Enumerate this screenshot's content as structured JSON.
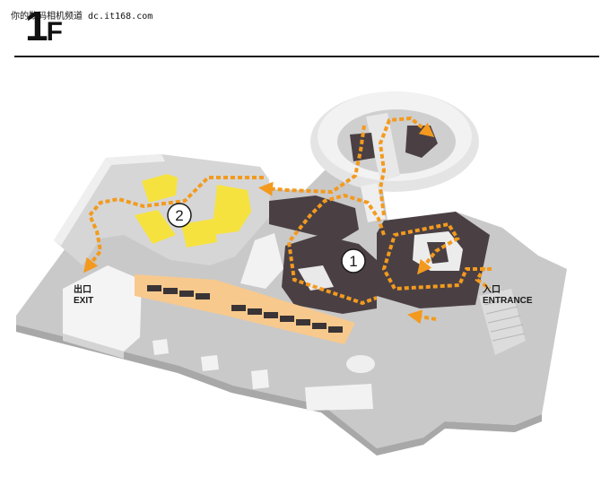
{
  "watermark": "你的数码相机频道 dc.it168.com",
  "floor": {
    "number": "1",
    "suffix": "F"
  },
  "labels": {
    "exit_cn": "出口",
    "exit_en": "EXIT",
    "entrance_cn": "入口",
    "entrance_en": "ENTRANCE"
  },
  "markers": {
    "one": "1",
    "two": "2"
  },
  "colors": {
    "route": "#f39a1e",
    "highlight_yellow": "#f6e23f",
    "dark_floor": "#4a4044",
    "wall": "#e6e6e6",
    "floor": "#c7c7c7"
  }
}
